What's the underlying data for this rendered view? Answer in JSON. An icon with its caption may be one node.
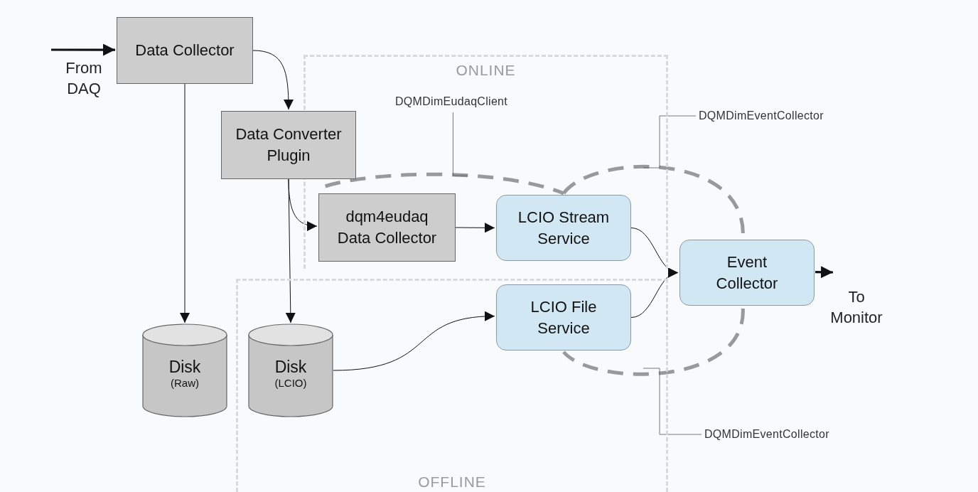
{
  "diagram": {
    "nodes": [
      {
        "text": [
          "ONLINE"
        ]
      },
      {
        "text": [
          "OFFLINE"
        ]
      },
      {
        "text": [
          "Data Collector"
        ]
      },
      {
        "text": [
          "Data Converter Plugin"
        ]
      },
      {
        "text": [
          "dqm4eudaq Data Collector"
        ],
        "in": 0
      },
      {
        "text": [
          "LCIO Stream Service"
        ],
        "in": 0
      },
      {
        "text": [
          "LCIO File Service"
        ],
        "in": 1
      },
      {
        "text": [
          "Event Collector"
        ]
      },
      {
        "text": [
          "Disk",
          "(Raw)"
        ]
      },
      {
        "text": [
          "Disk",
          "(LCIO)"
        ],
        "in": 1
      },
      {
        "text": [
          "DQMDimEudaqClient"
        ],
        "in": 0
      },
      {
        "text": [
          "DQMDimEventCollector"
        ]
      },
      {
        "text": [
          "DQMDimEventCollector"
        ]
      }
    ],
    "edges": [
      {
        "from": null,
        "to": 2,
        "arrow": "to",
        "style": "thick"
      },
      {
        "from": 2,
        "to": 3,
        "arrow": "to"
      },
      {
        "from": 2,
        "to": 8,
        "arrow": "to"
      },
      {
        "from": 3,
        "to": 4,
        "arrow": "to"
      },
      {
        "from": 3,
        "to": 9,
        "arrow": "to"
      },
      {
        "from": 4,
        "to": 5,
        "arrow": "to"
      },
      {
        "from": 5,
        "to": 7,
        "arrow": "to"
      },
      {
        "from": 6,
        "to": 7,
        "arrow": "to"
      },
      {
        "from": 9,
        "to": 6,
        "arrow": "to"
      },
      {
        "from": 4,
        "to": 5,
        "arrow": "none",
        "style": "dashed",
        "color": "#999999"
      },
      {
        "from": 5,
        "to": 7,
        "arrow": "none",
        "style": "dashed",
        "color": "#999999"
      },
      {
        "from": 7,
        "to": 6,
        "arrow": "none",
        "style": "dashed",
        "color": "#999999"
      },
      {
        "from": 10,
        "to": null,
        "arrow": "none"
      },
      {
        "from": 11,
        "to": null,
        "arrow": "none"
      },
      {
        "from": 12,
        "to": null,
        "arrow": "none"
      },
      {
        "from": 7,
        "to": null,
        "arrow": "to",
        "style": "thick"
      }
    ],
    "labels": [
      "From DAQ",
      "To Monitor"
    ]
  }
}
